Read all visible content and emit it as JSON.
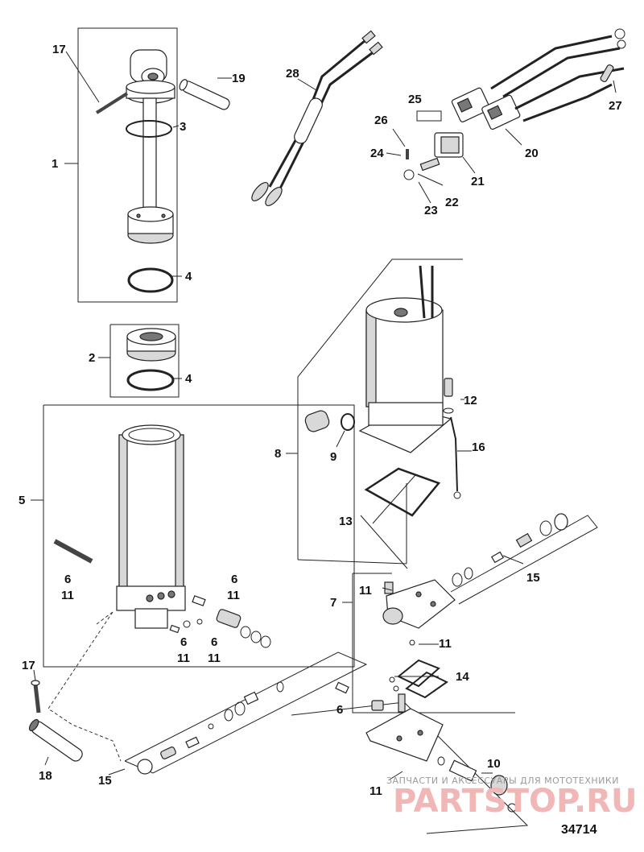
{
  "callouts": {
    "c1": "1",
    "c2": "2",
    "c3": "3",
    "c4a": "4",
    "c4b": "4",
    "c5": "5",
    "c6a": "6",
    "c11a": "11",
    "c6b": "6",
    "c11b": "11",
    "c6c": "6",
    "c11c": "11",
    "c6d": "6",
    "c11d": "11",
    "c6e": "6",
    "c7": "7",
    "c8": "8",
    "c9": "9",
    "c10": "10",
    "c11e": "11",
    "c11f": "11",
    "c11g": "11",
    "c12": "12",
    "c13": "13",
    "c14": "14",
    "c15a": "15",
    "c15b": "15",
    "c16": "16",
    "c17a": "17",
    "c17b": "17",
    "c18": "18",
    "c19": "19",
    "c20": "20",
    "c21": "21",
    "c22": "22",
    "c23": "23",
    "c24": "24",
    "c25": "25",
    "c26": "26",
    "c27": "27",
    "c28": "28"
  },
  "watermark": {
    "caption": "ЗАПЧАСТИ И АКСЕССУАРЫ ДЛЯ МОТОТЕХНИКИ",
    "brand": "PARTSTOP.RU"
  },
  "figure_number": "34714"
}
